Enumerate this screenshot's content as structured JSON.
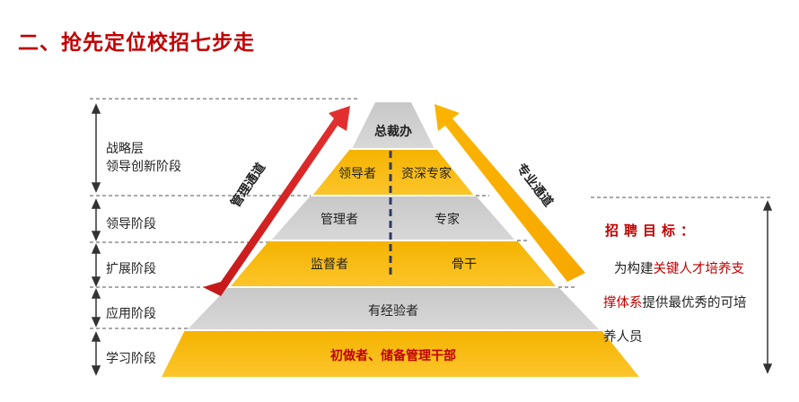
{
  "title": "二、抢先定位校招七步走",
  "stages": [
    {
      "line1": "战略层",
      "line2": "领导创新阶段"
    },
    {
      "label": "领导阶段"
    },
    {
      "label": "扩展阶段"
    },
    {
      "label": "应用阶段"
    },
    {
      "label": "学习阶段"
    }
  ],
  "pyramid": {
    "top": "总裁办",
    "level2": {
      "left": "领导者",
      "right": "资深专家"
    },
    "level3": {
      "left": "管理者",
      "right": "专家"
    },
    "level4": {
      "left": "监督者",
      "right": "骨干"
    },
    "level5": "有经验者",
    "bottom": "初做者、储备管理干部"
  },
  "channels": {
    "management": "管理通道",
    "professional": "专业通道"
  },
  "goal": {
    "heading": "招聘目标：",
    "text1_pre": "为构建",
    "text1_red": "关键人才培养支",
    "text2_red": "撑体系",
    "text2_post": "提供最优秀的可培",
    "text3": "养人员"
  },
  "colors": {
    "title_red": "#c00000",
    "arrow_red": "#d92020",
    "arrow_orange": "#f5a200",
    "band_yellow": "#f7b500",
    "band_grey": "#cfcfcf"
  }
}
